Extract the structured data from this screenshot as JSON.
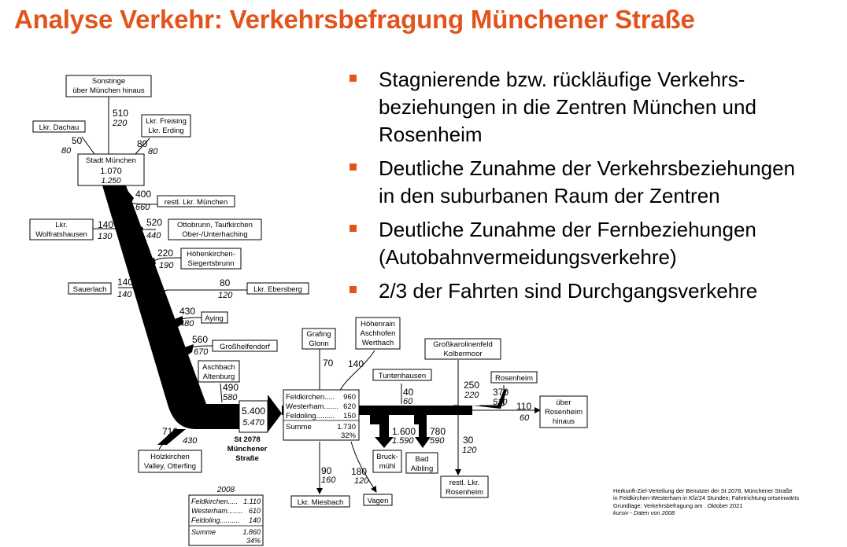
{
  "title": "Analyse Verkehr: Verkehrsbefragung Münchener Straße",
  "bullets": [
    {
      "lines": [
        "Stagnierende bzw. rückläufige Verkehrs-",
        "beziehungen in die Zentren München und",
        "Rosenheim"
      ]
    },
    {
      "lines": [
        "Deutliche Zunahme der Verkehrsbeziehungen",
        "in den suburbanen Raum der Zentren"
      ]
    },
    {
      "lines": [
        "Deutliche Zunahme der Fernbeziehungen",
        "(Autobahnvermeidungsverkehre)"
      ]
    },
    {
      "lines": [
        "2/3 der Fahrten sind Durchgangsverkehre"
      ]
    }
  ],
  "colors": {
    "accent": "#e2541c",
    "flow": "#000000"
  },
  "diagram": {
    "nodes": {
      "sonstinge": {
        "lines": [
          "Sonstinge",
          "über München hinaus"
        ]
      },
      "dachau": {
        "lines": [
          "Lkr. Dachau"
        ]
      },
      "freising": {
        "lines": [
          "Lkr. Freising",
          "Lkr. Erding"
        ]
      },
      "stadt": {
        "lines": [
          "Stadt München"
        ],
        "value": "1.070",
        "value_2008": "1.250"
      },
      "restl_muenchen": {
        "lines": [
          "restl. Lkr. München"
        ]
      },
      "ottobrunn": {
        "lines": [
          "Ottobrunn, Taufkirchen",
          "Ober-/Unterhaching"
        ]
      },
      "wolfratshausen": {
        "lines": [
          "Lkr.",
          "Wolfratshausen"
        ]
      },
      "hoehenkirchen": {
        "lines": [
          "Höhenkirchen-",
          "Siegertsbrunn"
        ]
      },
      "sauerlach": {
        "lines": [
          "Sauerlach"
        ]
      },
      "ebersberg": {
        "lines": [
          "Lkr. Ebersberg"
        ]
      },
      "aying": {
        "lines": [
          "Aying"
        ]
      },
      "grosshelfendorf": {
        "lines": [
          "Großhelfendorf"
        ]
      },
      "aschbach": {
        "lines": [
          "Aschbach",
          "Altenburg"
        ]
      },
      "holzkirchen": {
        "lines": [
          "Holzkirchen",
          "Valley, Otterfing"
        ]
      },
      "grafing": {
        "lines": [
          "Grafing",
          "Glonn"
        ]
      },
      "hoehenrain": {
        "lines": [
          "Höhenrain",
          "Aschhofen",
          "Werthach"
        ]
      },
      "tuntenhausen": {
        "lines": [
          "Tuntenhausen"
        ]
      },
      "grosskarolinenfeld": {
        "lines": [
          "Großkarolinenfeld",
          "Kolbermoor"
        ]
      },
      "rosenheim": {
        "lines": [
          "Rosenheim"
        ]
      },
      "ueber_rosenheim": {
        "lines": [
          "über",
          "Rosenheim",
          "hinaus"
        ]
      },
      "bruckmuehl": {
        "lines": [
          "Bruck-",
          "mühl"
        ]
      },
      "bad_aibling": {
        "lines": [
          "Bad",
          "Aibling"
        ]
      },
      "restl_rosenheim": {
        "lines": [
          "restl. Lkr.",
          "Rosenheim"
        ]
      },
      "miesbach": {
        "lines": [
          "Lkr. Miesbach"
        ]
      },
      "vagen": {
        "lines": [
          "Vagen"
        ]
      }
    },
    "flows": {
      "sonstinge": {
        "value": "510",
        "value_2008": "220"
      },
      "dachau": {
        "value": "50",
        "value_2008": "80"
      },
      "freising": {
        "value": "80",
        "value_2008": "80"
      },
      "restl_muenchen": {
        "value": "400",
        "value_2008": "660"
      },
      "ottobrunn": {
        "value": "520",
        "value_2008": "440"
      },
      "wolfratshausen": {
        "value": "140",
        "value_2008": "130"
      },
      "hoehenkirchen": {
        "value": "220",
        "value_2008": "190"
      },
      "sauerlach": {
        "value": "140",
        "value_2008": "140"
      },
      "ebersberg": {
        "value": "80",
        "value_2008": "120"
      },
      "aying": {
        "value": "430",
        "value_2008": "480"
      },
      "grosshelfendorf": {
        "value": "560",
        "value_2008": "670"
      },
      "aschbach": {
        "value": "490",
        "value_2008": "580"
      },
      "holzkirchen": {
        "value": "710",
        "value_2008": "430"
      },
      "grafing": {
        "value": "70"
      },
      "hoehenrain": {
        "value": "140"
      },
      "tuntenhausen": {
        "value": "40",
        "value_2008": "60"
      },
      "grosskarolinenfeld": {
        "value": "250",
        "value_2008": "220"
      },
      "rosenheim": {
        "value": "370",
        "value_2008": "520"
      },
      "ueber_rosenheim": {
        "value": "110",
        "value_2008": "60"
      },
      "bruckmuehl": {
        "value": "1.600",
        "value_2008": "1.590"
      },
      "bad_aibling": {
        "value": "780",
        "value_2008": "590"
      },
      "restl_rosenheim": {
        "value": "30",
        "value_2008": "120"
      },
      "miesbach": {
        "value": "90",
        "value_2008": "160"
      },
      "vagen": {
        "value": "180",
        "value_2008": "120"
      }
    },
    "main": {
      "value": "5.400",
      "value_2008": "5.470",
      "name_lines": [
        "St 2078",
        "Münchener",
        "Straße"
      ]
    },
    "center_table": {
      "rows": [
        {
          "label": "Feldkirchen.....",
          "value": "960"
        },
        {
          "label": "Westerham.......",
          "value": "620"
        },
        {
          "label": "Feldoling.........",
          "value": "150"
        }
      ],
      "sum_label": "Summe",
      "sum_value": "1.730",
      "sum_pct": "32%"
    },
    "table_2008": {
      "title": "2008",
      "rows": [
        {
          "label": "Feldkirchen.....",
          "value": "1.110"
        },
        {
          "label": "Westerham........",
          "value": "610"
        },
        {
          "label": "Feldoling..........",
          "value": "140"
        }
      ],
      "sum_label": "Summe",
      "sum_value": "1.860",
      "sum_pct": "34%"
    }
  },
  "caption": [
    "Herkunft-Ziel-Verteilung der Benutzer  der St 2078, Münchener Straße",
    "in Feldkirchen-Westerham in Kfz/24 Stunden; Fahrtrichtung ortseinwärts",
    "Grundlage: Verkehrsbefragung am . Oktober 2021",
    "kursiv - Daten von 2008"
  ]
}
